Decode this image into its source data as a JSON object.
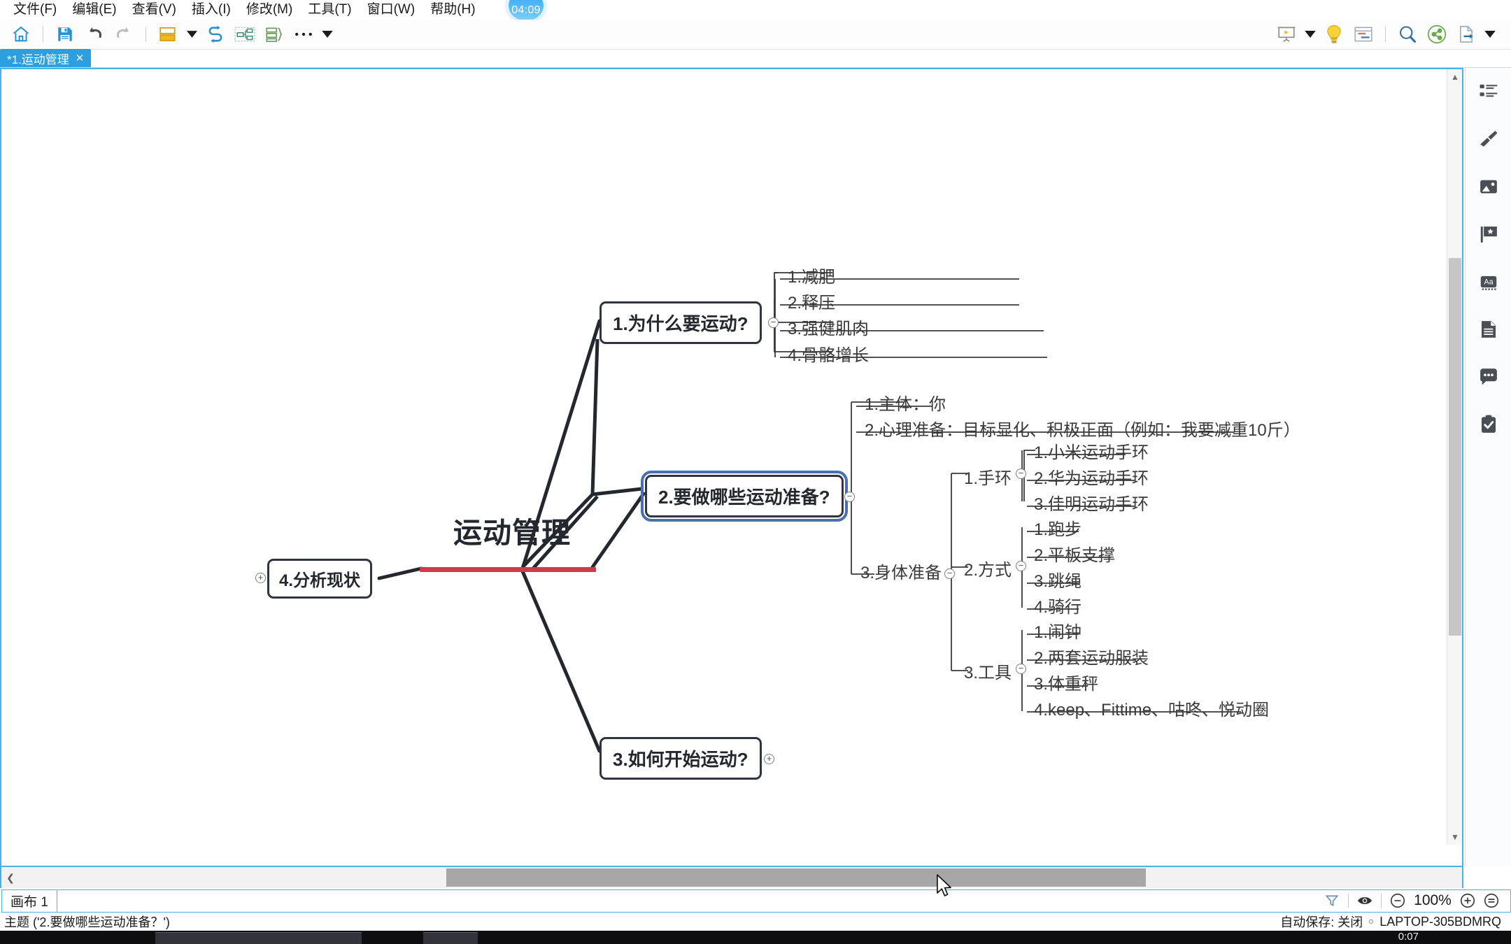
{
  "window": {
    "clock_badge": "04:09"
  },
  "menubar": {
    "items": [
      {
        "label": "文件(F)",
        "name": "menu-file"
      },
      {
        "label": "编辑(E)",
        "name": "menu-edit"
      },
      {
        "label": "查看(V)",
        "name": "menu-view"
      },
      {
        "label": "插入(I)",
        "name": "menu-insert"
      },
      {
        "label": "修改(M)",
        "name": "menu-modify"
      },
      {
        "label": "工具(T)",
        "name": "menu-tools"
      },
      {
        "label": "窗口(W)",
        "name": "menu-window"
      },
      {
        "label": "帮助(H)",
        "name": "menu-help"
      }
    ]
  },
  "toolbar": {
    "left": [
      {
        "icon": "home-icon",
        "title": "主页"
      },
      {
        "icon": "save-icon",
        "title": "保存"
      },
      {
        "icon": "undo-icon",
        "title": "撤销"
      },
      {
        "icon": "redo-icon",
        "title": "重做"
      },
      {
        "icon": "layout-icon",
        "title": "布局"
      },
      {
        "icon": "chevron-down-icon",
        "title": "布局选项"
      },
      {
        "icon": "swap-icon",
        "title": "交换"
      },
      {
        "icon": "structure-icon",
        "title": "结构"
      },
      {
        "icon": "bracket-list-icon",
        "title": "概要"
      },
      {
        "icon": "more-dots-icon",
        "title": "更多"
      },
      {
        "icon": "chevron-down-icon",
        "title": "更多选项"
      }
    ],
    "right": [
      {
        "icon": "presentation-icon",
        "title": "演示"
      },
      {
        "icon": "chevron-down-icon",
        "title": "演示选项"
      },
      {
        "icon": "lightbulb-icon",
        "title": "灵感"
      },
      {
        "icon": "gantt-icon",
        "title": "甘特图"
      },
      {
        "icon": "search-icon",
        "title": "查找"
      },
      {
        "icon": "share-icon",
        "title": "共享"
      },
      {
        "icon": "export-icon",
        "title": "导出"
      },
      {
        "icon": "chevron-down-icon",
        "title": "导出选项"
      }
    ]
  },
  "tabs": [
    {
      "label": "*1.运动管理",
      "close": "✕",
      "active": true
    }
  ],
  "rightbar": {
    "items": [
      {
        "icon": "outline-list-icon",
        "name": "panel-outline"
      },
      {
        "icon": "brush-icon",
        "name": "panel-style"
      },
      {
        "icon": "image-icon",
        "name": "panel-image"
      },
      {
        "icon": "flag-icon",
        "name": "panel-marker"
      },
      {
        "icon": "text-aa-icon",
        "name": "panel-text"
      },
      {
        "icon": "document-icon",
        "name": "panel-notes"
      },
      {
        "icon": "comment-icon",
        "name": "panel-comment"
      },
      {
        "icon": "clipboard-check-icon",
        "name": "panel-task"
      }
    ]
  },
  "sheetbar": {
    "sheet_tab": "画布 1",
    "filter_icon": "filter-icon",
    "eye_icon": "eye-icon",
    "zoom_out": "−",
    "zoom_level": "100%",
    "zoom_in": "+",
    "fit_icon": "≡"
  },
  "statusbar": {
    "selection": "主题 ('2.要做哪些运动准备？')",
    "autosave": "自动保存: 关闭",
    "device": "LAPTOP-305BDMRQ"
  },
  "taskbar": {
    "clock": "0:07"
  },
  "mindmap": {
    "root": {
      "label": "运动管理",
      "accent": "#d6374b"
    },
    "branches": [
      {
        "label": "1.为什么要运动?",
        "handle": "collapse",
        "children": [
          {
            "label": "1.减肥"
          },
          {
            "label": "2.释压"
          },
          {
            "label": "3.强健肌肉"
          },
          {
            "label": "4.骨骼增长"
          }
        ]
      },
      {
        "label": "2.要做哪些运动准备?",
        "selected": true,
        "handle": "collapse",
        "children": [
          {
            "label": "1.主体：你"
          },
          {
            "label": "2.心理准备：目标显化、积极正面（例如：我要减重10斤）"
          },
          {
            "label": "3.身体准备",
            "handle": "collapse",
            "children": [
              {
                "label": "1.手环",
                "handle": "collapse",
                "children": [
                  {
                    "label": "1.小米运动手环"
                  },
                  {
                    "label": "2.华为运动手环"
                  },
                  {
                    "label": "3.佳明运动手环"
                  }
                ]
              },
              {
                "label": "2.方式",
                "handle": "collapse",
                "children": [
                  {
                    "label": "1.跑步"
                  },
                  {
                    "label": "2.平板支撑"
                  },
                  {
                    "label": "3.跳绳"
                  },
                  {
                    "label": "4.骑行"
                  }
                ]
              },
              {
                "label": "3.工具",
                "handle": "collapse",
                "children": [
                  {
                    "label": "1.闹钟"
                  },
                  {
                    "label": "2.两套运动服装"
                  },
                  {
                    "label": "3.体重秤"
                  },
                  {
                    "label": "4.keep、Fittime、咕咚、悦动圈"
                  }
                ]
              }
            ]
          }
        ]
      },
      {
        "label": "3.如何开始运动?",
        "handle": "expand",
        "children": []
      },
      {
        "label": "4.分析现状",
        "handle": "expand",
        "children": []
      }
    ]
  }
}
